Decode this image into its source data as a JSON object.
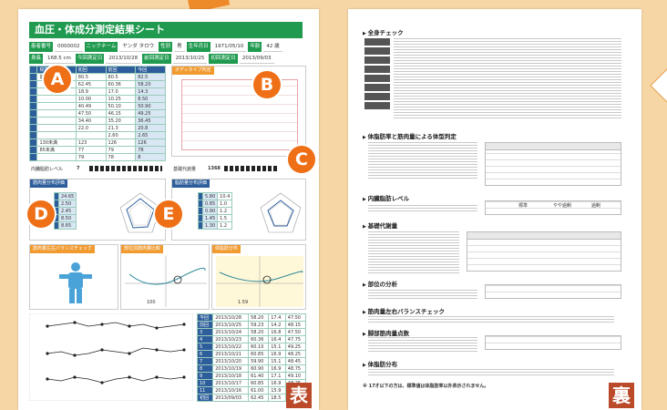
{
  "front_sheet": {
    "title": "血圧・体成分測定結果シート",
    "info": {
      "id_label": "患者番号",
      "id_value": "0000002",
      "furigana_label": "ニックネーム",
      "furigana_value": "ヤンダ タロウ",
      "sex_label": "性別",
      "sex_value": "男",
      "birth_label": "生年月日",
      "birth_value": "1971/05/10",
      "age_label": "年齢",
      "age_value": "42 歳",
      "height_label": "身長",
      "height_value": "168.5 cm",
      "date1_label": "今回測定日",
      "date1_value": "2013/10/28",
      "date2_label": "前回測定日",
      "date2_value": "2013/10/25",
      "date3_label": "初回測定日",
      "date3_value": "2013/09/03"
    },
    "badges": [
      "A",
      "B",
      "C",
      "D",
      "E"
    ],
    "table_a": {
      "headers": [
        "",
        "標準",
        "初回",
        "前回",
        "今回"
      ],
      "rows": [
        [
          "",
          "前体水量",
          "80.5",
          "80.5",
          "82.5"
        ],
        [
          "",
          "",
          "62.45",
          "60.36",
          "58.20"
        ],
        [
          "",
          "",
          "18.9",
          "17.0",
          "14.3"
        ],
        [
          "",
          "",
          "10.00",
          "10.25",
          "8.50"
        ],
        [
          "",
          "",
          "40.49",
          "50.10",
          "50.90"
        ],
        [
          "",
          "",
          "47.50",
          "46.15",
          "49.25"
        ],
        [
          "",
          "",
          "34.40",
          "35.20",
          "36.45"
        ],
        [
          "",
          "",
          "22.0",
          "21.3",
          "20.8"
        ],
        [
          "",
          "",
          "",
          "2.60",
          "2.65"
        ],
        [
          "",
          "130未満",
          "123",
          "126",
          "126"
        ],
        [
          "",
          "85未満",
          "77",
          "79",
          "78"
        ],
        [
          "",
          "",
          "79",
          "78",
          "8"
        ]
      ]
    },
    "panel_b_title": "ボディタイプ判定",
    "panel_c": {
      "label1": "内臓脂肪レベル",
      "value1": "7",
      "label2": "基礎代謝量",
      "value2": "1368"
    },
    "panel_d": {
      "title": "筋肉量分布評価",
      "rows": [
        [
          "",
          "24.65"
        ],
        [
          "",
          "2.50"
        ],
        [
          "",
          "2.45"
        ],
        [
          "",
          "8.50"
        ],
        [
          "",
          "8.65"
        ]
      ]
    },
    "panel_e": {
      "title": "脂肪量分布評価",
      "rows": [
        [
          "",
          "5.80",
          "10.4"
        ],
        [
          "",
          "0.85",
          "1.0"
        ],
        [
          "",
          "0.90",
          "1.2"
        ],
        [
          "",
          "1.45",
          "1.5"
        ],
        [
          "",
          "1.30",
          "1.2"
        ]
      ]
    },
    "panel_f": {
      "title1": "筋肉量左右バランスチェック",
      "title2": "部位別筋肉量比較",
      "title3": "体脂肪分布",
      "value1": "100",
      "value2": "1.59"
    },
    "history": {
      "rows": [
        [
          "今回",
          "2013/10/28",
          "58.20",
          "17.4",
          "47.50"
        ],
        [
          "前回",
          "2013/10/25",
          "59.23",
          "14.2",
          "48.15"
        ],
        [
          "3",
          "2013/10/24",
          "58.20",
          "16.8",
          "47.50"
        ],
        [
          "4",
          "2013/10/23",
          "60.36",
          "16.4",
          "47.75"
        ],
        [
          "5",
          "2013/10/22",
          "60.10",
          "15.1",
          "49.25"
        ],
        [
          "6",
          "2013/10/21",
          "60.85",
          "16.9",
          "48.25"
        ],
        [
          "7",
          "2013/10/20",
          "59.90",
          "15.1",
          "48.45"
        ],
        [
          "8",
          "2013/10/19",
          "60.90",
          "16.9",
          "48.75"
        ],
        [
          "9",
          "2013/10/18",
          "61.40",
          "17.1",
          "49.10"
        ],
        [
          "10",
          "2013/10/17",
          "60.85",
          "16.9",
          "48.25"
        ],
        [
          "11",
          "2013/10/16",
          "61.00",
          "15.9",
          "48.45"
        ],
        [
          "初回",
          "2013/09/03",
          "62.45",
          "18.5",
          "48.15"
        ]
      ]
    },
    "stamp": "表"
  },
  "back_sheet": {
    "sections": [
      "全身チェック",
      "体脂肪率と筋肉量による体型判定",
      "内臓脂肪レベル",
      "基礎代謝量",
      "部位の分析",
      "筋肉量左右バランスチェック",
      "脚部筋肉量点数",
      "体脂肪分布"
    ],
    "level_labels": [
      "標準",
      "やや過剰",
      "過剰"
    ],
    "footnote": "※ 17才以下の方は、標準値は体脂肪率以外表示されません。",
    "stamp": "裏"
  },
  "colors": {
    "green": "#1f9a4f",
    "orange": "#ee6f16",
    "navy": "#2d5e9b",
    "stamp": "#ba4a2a",
    "background": "#f6d6a4"
  }
}
